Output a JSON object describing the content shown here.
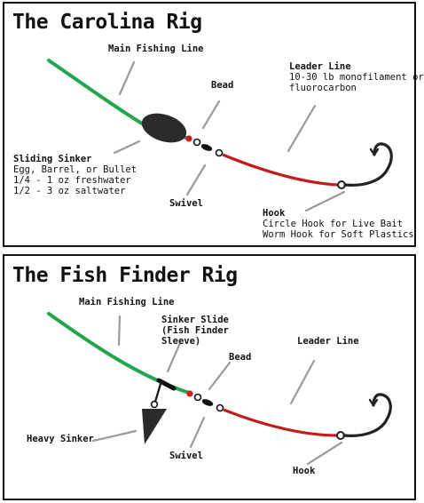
{
  "colors": {
    "main_line": "#1fa84a",
    "leader_line": "#c41a1a",
    "sinker": "#2b2b2b",
    "bead": "#d11d1d",
    "pointer": "#9a9a9a",
    "hook": "#222222"
  },
  "carolina": {
    "title": "The Carolina Rig",
    "main_line_label": "Main Fishing Line",
    "bead_label": "Bead",
    "leader_title": "Leader Line",
    "leader_desc1": "10-30 lb monofilament or",
    "leader_desc2": "fluorocarbon",
    "sinker_title": "Sliding Sinker",
    "sinker_desc1": "Egg, Barrel, or Bullet",
    "sinker_desc2": "1/4 - 1 oz freshwater",
    "sinker_desc3": "1/2 - 3 oz saltwater",
    "swivel_label": "Swivel",
    "hook_title": "Hook",
    "hook_desc1": "Circle Hook for Live Bait",
    "hook_desc2": "Worm Hook for Soft Plastics"
  },
  "fishfinder": {
    "title": "The Fish Finder Rig",
    "main_line_label": "Main Fishing Line",
    "slide_line1": "Sinker Slide",
    "slide_line2": "(Fish Finder",
    "slide_line3": "Sleeve)",
    "bead_label": "Bead",
    "leader_label": "Leader Line",
    "sinker_label": "Heavy Sinker",
    "swivel_label": "Swivel",
    "hook_label": "Hook"
  }
}
